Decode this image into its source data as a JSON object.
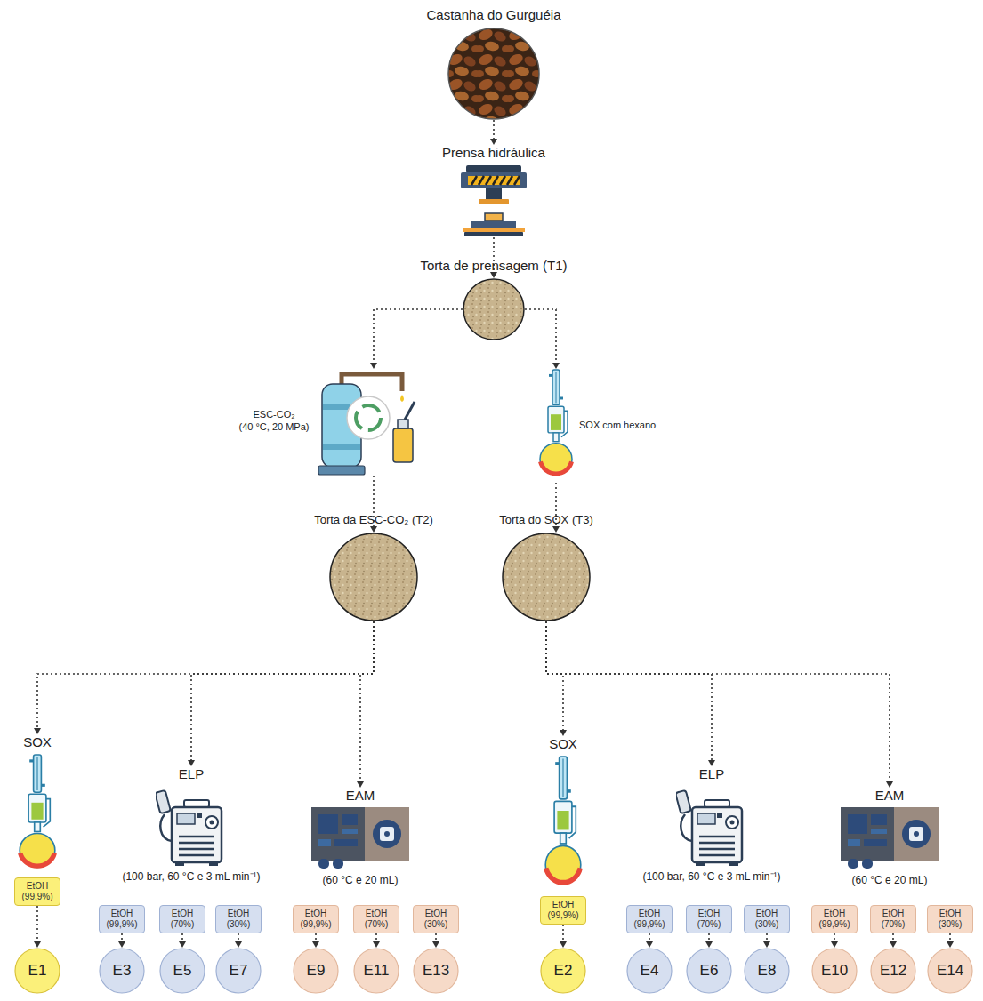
{
  "diagram": {
    "nodes": [
      {
        "text": [
          "Castanha do Gurguéia"
        ]
      },
      {
        "text": [
          "Prensa hidráulica"
        ]
      },
      {
        "text": [
          "Torta de prensagem (T1)"
        ]
      },
      {
        "text": [
          "ESC-CO₂",
          "(40 °C, 20 MPa)"
        ]
      },
      {
        "text": [
          "SOX com hexano"
        ]
      },
      {
        "text": [
          "Torta da ESC-CO₂ (T2)"
        ]
      },
      {
        "text": [
          "Torta do SOX (T3)"
        ]
      },
      {
        "text": [
          "SOX"
        ]
      },
      {
        "text": [
          "EtOH (99,9%)"
        ]
      },
      {
        "text": [
          "E1"
        ]
      },
      {
        "text": [
          "ELP",
          "(100 bar, 60 °C e 3 mL min⁻¹)"
        ]
      },
      {
        "text": [
          "EtOH (99,9%)"
        ]
      },
      {
        "text": [
          "EtOH (70%)"
        ]
      },
      {
        "text": [
          "EtOH (30%)"
        ]
      },
      {
        "text": [
          "E3"
        ]
      },
      {
        "text": [
          "E5"
        ]
      },
      {
        "text": [
          "E7"
        ]
      },
      {
        "text": [
          "EAM",
          "(60 °C e 20 mL)"
        ]
      },
      {
        "text": [
          "EtOH (99,9%)"
        ]
      },
      {
        "text": [
          "EtOH (70%)"
        ]
      },
      {
        "text": [
          "EtOH (30%)"
        ]
      },
      {
        "text": [
          "E9"
        ]
      },
      {
        "text": [
          "E11"
        ]
      },
      {
        "text": [
          "E13"
        ]
      },
      {
        "text": [
          "SOX"
        ]
      },
      {
        "text": [
          "EtOH (99,9%)"
        ]
      },
      {
        "text": [
          "E2"
        ]
      },
      {
        "text": [
          "ELP",
          "(100 bar, 60 °C e 3 mL min⁻¹)"
        ]
      },
      {
        "text": [
          "EtOH (99,9%)"
        ]
      },
      {
        "text": [
          "EtOH (70%)"
        ]
      },
      {
        "text": [
          "EtOH (30%)"
        ]
      },
      {
        "text": [
          "E4"
        ]
      },
      {
        "text": [
          "E6"
        ]
      },
      {
        "text": [
          "E8"
        ]
      },
      {
        "text": [
          "EAM",
          "(60 °C e 20 mL)"
        ]
      },
      {
        "text": [
          "EtOH (99,9%)"
        ]
      },
      {
        "text": [
          "EtOH (70%)"
        ]
      },
      {
        "text": [
          "EtOH (30%)"
        ]
      },
      {
        "text": [
          "E10"
        ]
      },
      {
        "text": [
          "E12"
        ]
      },
      {
        "text": [
          "E14"
        ]
      }
    ],
    "edges": [
      {
        "from": 0,
        "to": 1,
        "arrow": "to"
      },
      {
        "from": 1,
        "to": 2,
        "arrow": "to"
      },
      {
        "from": 2,
        "to": 3,
        "arrow": "to"
      },
      {
        "from": 2,
        "to": 4,
        "arrow": "to"
      },
      {
        "from": 3,
        "to": 5,
        "arrow": "to"
      },
      {
        "from": 4,
        "to": 6,
        "arrow": "to"
      },
      {
        "from": 5,
        "to": 7,
        "arrow": "to"
      },
      {
        "from": 5,
        "to": 10,
        "arrow": "to"
      },
      {
        "from": 5,
        "to": 17,
        "arrow": "to"
      },
      {
        "from": 6,
        "to": 24,
        "arrow": "to"
      },
      {
        "from": 6,
        "to": 27,
        "arrow": "to"
      },
      {
        "from": 6,
        "to": 34,
        "arrow": "to"
      },
      {
        "from": 8,
        "to": 9,
        "arrow": "to"
      },
      {
        "from": 11,
        "to": 14,
        "arrow": "to"
      },
      {
        "from": 12,
        "to": 15,
        "arrow": "to"
      },
      {
        "from": 13,
        "to": 16,
        "arrow": "to"
      },
      {
        "from": 18,
        "to": 21,
        "arrow": "to"
      },
      {
        "from": 19,
        "to": 22,
        "arrow": "to"
      },
      {
        "from": 20,
        "to": 23,
        "arrow": "to"
      },
      {
        "from": 25,
        "to": 26,
        "arrow": "to"
      },
      {
        "from": 28,
        "to": 31,
        "arrow": "to"
      },
      {
        "from": 29,
        "to": 32,
        "arrow": "to"
      },
      {
        "from": 30,
        "to": 33,
        "arrow": "to"
      },
      {
        "from": 35,
        "to": 38,
        "arrow": "to"
      },
      {
        "from": 36,
        "to": 39,
        "arrow": "to"
      },
      {
        "from": 37,
        "to": 40,
        "arrow": "to"
      }
    ]
  }
}
